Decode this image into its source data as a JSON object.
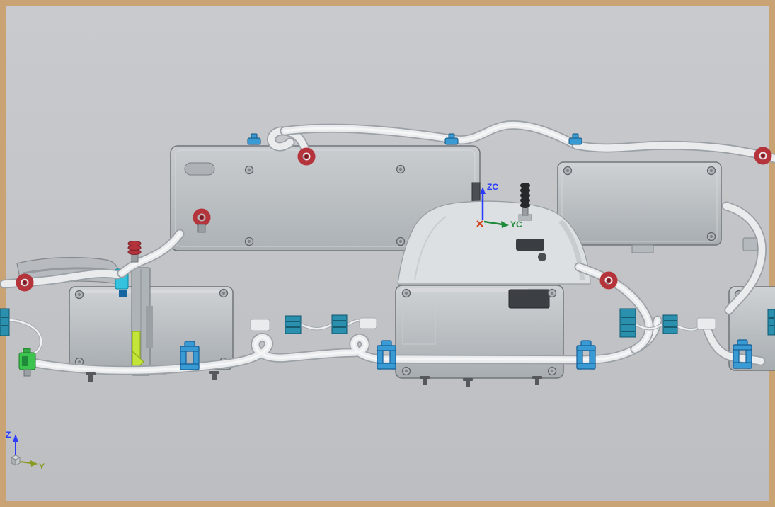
{
  "viewport": {
    "background": "#c3c5c8",
    "frame_color": "#c9a374",
    "wcs": {
      "z_label": "ZC",
      "y_label": "YC"
    },
    "triad": {
      "z_label": "Z",
      "y_label": "Y"
    }
  },
  "colors": {
    "part_light": "#cdd1d4",
    "part_mid": "#b4b9bd",
    "part_dark": "#878c91",
    "tube_fill": "#e9ebed",
    "tube_edge": "#9ba1a6",
    "fitting_red": "#b5343c",
    "fitting_blue": "#3a9bd4",
    "fitting_green": "#3cc44e",
    "fitting_cyan": "#35c2de",
    "fitting_teal": "#2b8fae",
    "accent_yellow": "#c3e438",
    "dark_detail": "#3c4045",
    "wcs_z": "#2b3cff",
    "wcs_y": "#1f8a3a",
    "triad_z": "#2b3cff",
    "triad_y": "#8a9a22",
    "wcs_x": "#d04018"
  }
}
